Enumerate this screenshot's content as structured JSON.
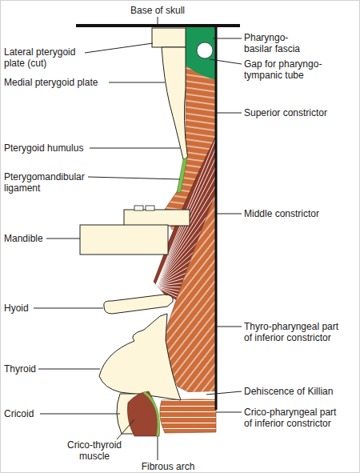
{
  "diagram": {
    "labels": [
      "Base of skull",
      "Lateral pterygoid plate (cut)",
      "Pharyngo- basilar fascia",
      "Medial pterygoid plate",
      "Gap for pharyngo- tympanic tube",
      "Superior constrictor",
      "Pterygoid humulus",
      "Pterygomandibular ligament",
      "Mandible",
      "Middle constrictor",
      "Hyoid",
      "Thyroid",
      "Thyro-pharyngeal part of inferior constrictor",
      "Dehiscence of Killian",
      "Cricoid",
      "Crico-pharyngeal part of inferior constrictor",
      "Crico-thyroid muscle",
      "Fibrous arch"
    ]
  }
}
